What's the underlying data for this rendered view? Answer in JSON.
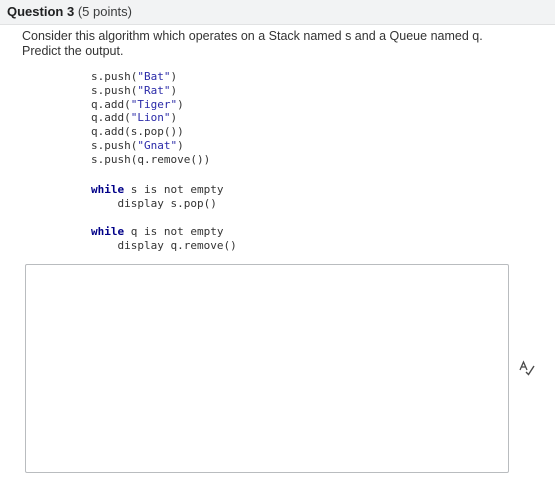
{
  "question": {
    "number_label": "Question 3",
    "points_label": "(5 points)"
  },
  "prompt": {
    "line1": "Consider this algorithm which operates on a Stack named s and a Queue named q.",
    "line2": "Predict the output."
  },
  "code_block_1": [
    {
      "pre": "s.push(",
      "str": "\"Bat\"",
      "post": ")"
    },
    {
      "pre": "s.push(",
      "str": "\"Rat\"",
      "post": ")"
    },
    {
      "pre": "q.add(",
      "str": "\"Tiger\"",
      "post": ")"
    },
    {
      "pre": "q.add(",
      "str": "\"Lion\"",
      "post": ")"
    },
    {
      "pre": "q.add(s.pop())",
      "str": "",
      "post": ""
    },
    {
      "pre": "s.push(",
      "str": "\"Gnat\"",
      "post": ")"
    },
    {
      "pre": "s.push(q.remove())",
      "str": "",
      "post": ""
    }
  ],
  "code_block_2": {
    "keyword": "while",
    "condition": " s is not empty",
    "body": "    display s.pop()"
  },
  "code_block_3": {
    "keyword": "while",
    "condition": " q is not empty",
    "body": "    display q.remove()"
  },
  "answer": {
    "value": "",
    "placeholder": ""
  },
  "icons": {
    "spellcheck": "spellcheck-icon"
  }
}
